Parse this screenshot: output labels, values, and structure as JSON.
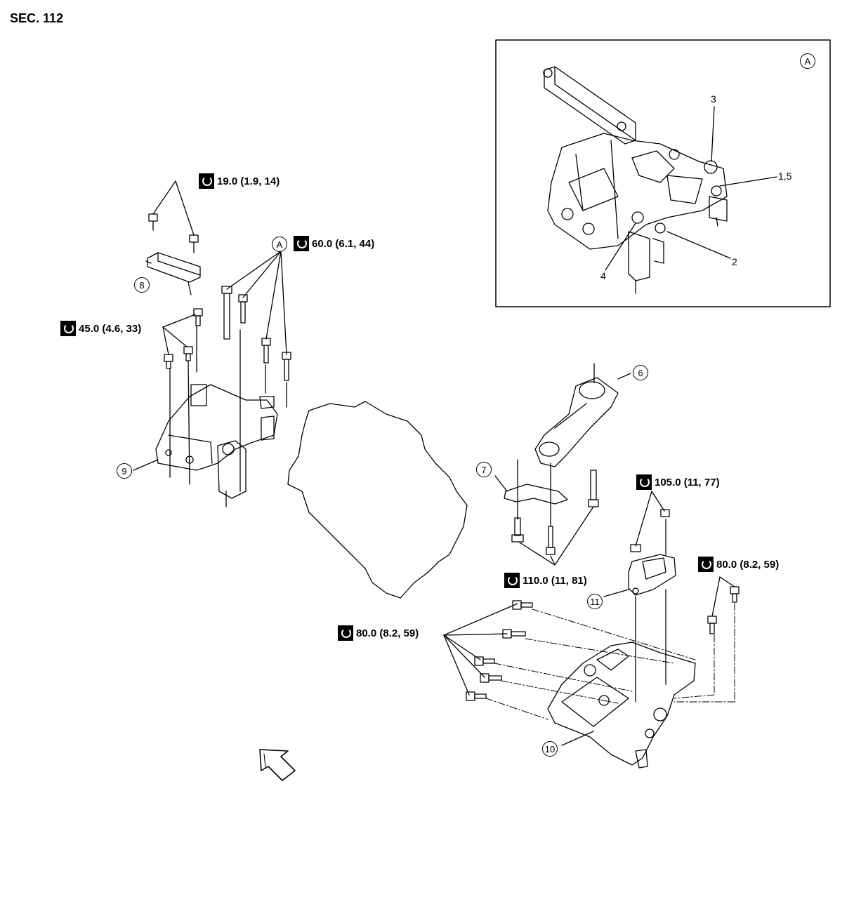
{
  "section": "SEC. 112",
  "inset": {
    "id": "A",
    "labels": [
      "3",
      "1,5",
      "2",
      "4"
    ]
  },
  "callouts": [
    "6",
    "7",
    "8",
    "9",
    "10",
    "11"
  ],
  "view_ref": "A",
  "torques": {
    "t19": "19.0 (1.9, 14)",
    "t60": "60.0 (6.1, 44)",
    "t45": "45.0 (4.6, 33)",
    "t105": "105.0 (11, 77)",
    "t80a": "80.0 (8.2, 59)",
    "t110": "110.0 (11, 81)",
    "t80b": "80.0 (8.2, 59)"
  },
  "icons": {
    "torque": "torque-wrench-icon",
    "direction": "front-direction-arrow-icon"
  }
}
